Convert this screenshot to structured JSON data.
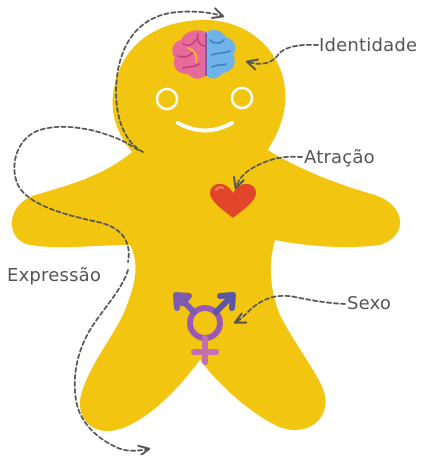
{
  "labels": {
    "identity": "Identidade",
    "attraction": "Atração",
    "expression": "Expressão",
    "sex": "Sexo"
  },
  "icons": {
    "brain": "brain-icon",
    "heart": "heart-icon",
    "gender": "transgender-symbol-icon"
  },
  "colors": {
    "body": "#F2C511",
    "heart": "#E2452A",
    "dash": "#555555",
    "symbol_purple": "#9B59B6",
    "symbol_blue": "#5B56A6",
    "symbol_pink": "#C06FB0"
  }
}
